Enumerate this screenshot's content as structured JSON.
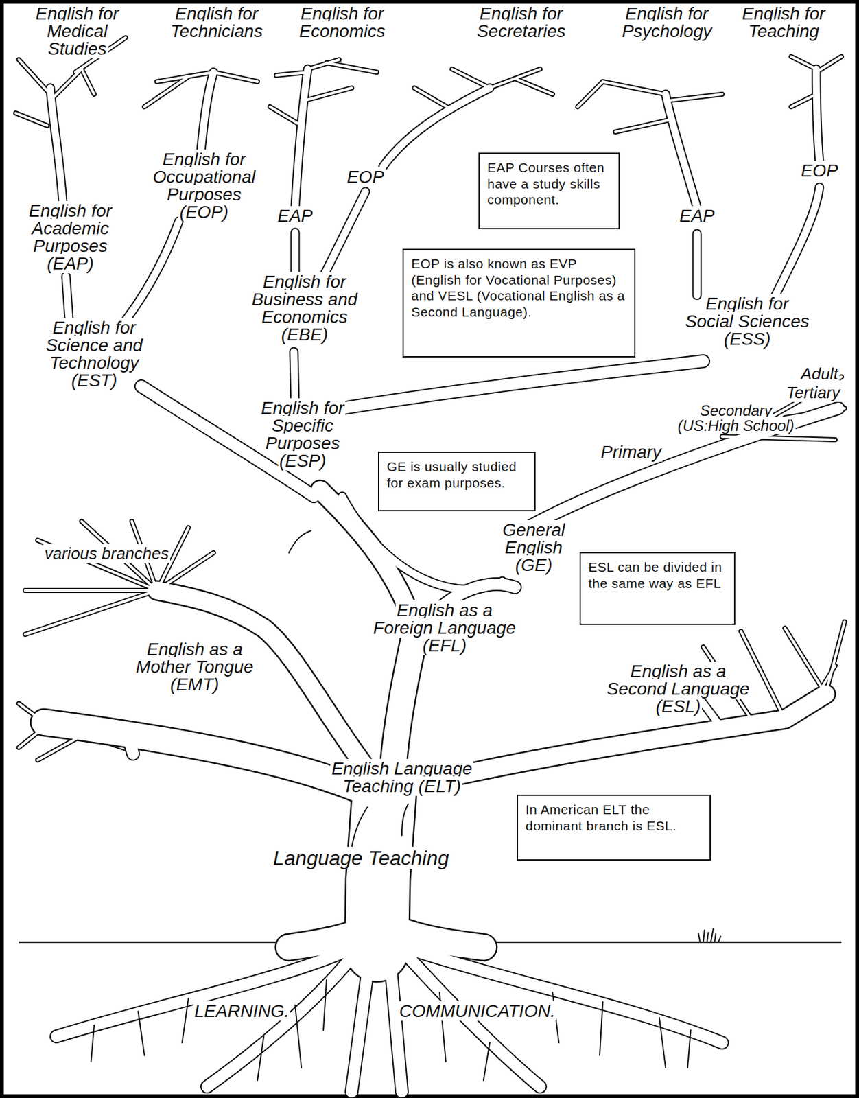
{
  "diagram": {
    "nodes": [
      {
        "text": [
          "EAP Courses often have a study skills component."
        ]
      },
      {
        "text": [
          "EOP is also known as EVP (English for Vocational Purposes) and VESL (Vocational English as a Second Language)."
        ]
      },
      {
        "text": [
          "GE is usually studied for exam purposes."
        ]
      },
      {
        "text": [
          "ESL can be divided in the same way as EFL"
        ]
      },
      {
        "text": [
          "In American ELT the dominant branch is ESL."
        ]
      }
    ],
    "labels": [
      "English for Medical Studies",
      "English for Technicians",
      "English for Economics",
      "English for Secretaries",
      "English for Psychology",
      "English for Teaching",
      "English for Occupational Purposes (EOP)",
      "EOP",
      "EOP",
      "EAP",
      "EAP",
      "English for Academic Purposes (EAP)",
      "English for Business and Economics (EBE)",
      "English for Social Sciences (ESS)",
      "English for Science and Technology (EST)",
      "Adult",
      "Tertiary",
      "Secondary (US:High School)",
      "Primary",
      "English for Specific Purposes (ESP)",
      "General English (GE)",
      "various branches",
      "English as a Foreign Language (EFL)",
      "English as a Mother Tongue (EMT)",
      "English as a Second Language (ESL)",
      "English Language Teaching (ELT)",
      "Language Teaching",
      "LEARNING.",
      "COMMUNICATION."
    ]
  }
}
